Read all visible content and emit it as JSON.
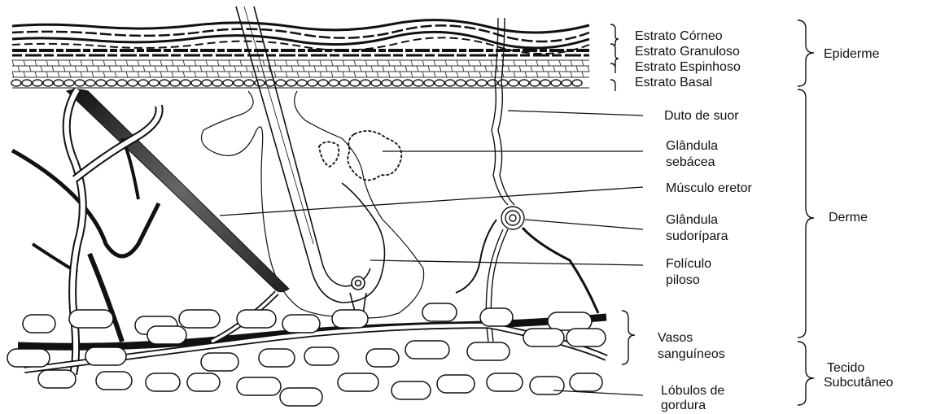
{
  "layers": {
    "corneo": "Estrato Córneo",
    "granuloso": "Estrato Granuloso",
    "espinhoso": "Estrato Espinhoso",
    "basal": "Estrato Basal"
  },
  "regions": {
    "epiderme": "Epiderme",
    "derme": "Derme",
    "tecido_1": "Tecido",
    "tecido_2": "Subcutâneo"
  },
  "structures": {
    "duto": "Duto de suor",
    "sebacea_1": "Glândula",
    "sebacea_2": "sebácea",
    "musculo": "Músculo eretor",
    "sudoripara_1": "Glândula",
    "sudoripara_2": "sudorípara",
    "foliculo_1": "Folículo",
    "foliculo_2": "piloso",
    "vasos_1": "Vasos",
    "vasos_2": "sanguíneos",
    "lobulos_1": "Lóbulos de",
    "lobulos_2": "gordura"
  },
  "colors": {
    "ink": "#111111",
    "background": "#ffffff"
  }
}
